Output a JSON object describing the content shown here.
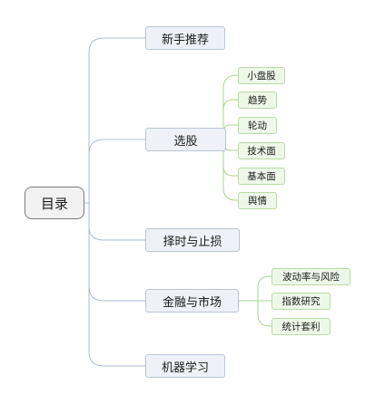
{
  "root": {
    "label": "目录"
  },
  "branches": [
    {
      "label": "新手推荐"
    },
    {
      "label": "选股",
      "children": [
        "小盘股",
        "趋势",
        "轮动",
        "技术面",
        "基本面",
        "舆情"
      ]
    },
    {
      "label": "择时与止损"
    },
    {
      "label": "金融与市场",
      "children": [
        "波动率与风险",
        "指数研究",
        "统计套利"
      ]
    },
    {
      "label": "机器学习"
    }
  ],
  "colors": {
    "root_border": "#7a7a7a",
    "branch_border": "#b9c6d8",
    "leaf_border": "#b9dca2",
    "branch_connector": "#a9bbd3",
    "leaf_connector": "#a9d48e"
  }
}
